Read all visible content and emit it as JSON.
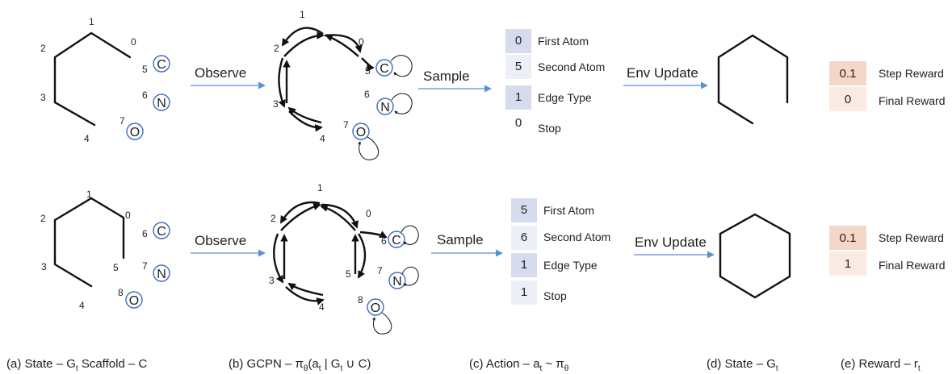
{
  "row1": {
    "state_atoms": [
      "1",
      "0",
      "2",
      "3",
      "4"
    ],
    "scaffold_atoms": [
      {
        "index": "5",
        "symbol": "C"
      },
      {
        "index": "6",
        "symbol": "N"
      },
      {
        "index": "7",
        "symbol": "O"
      }
    ],
    "observe_label": "Observe",
    "sample_label": "Sample",
    "env_update_label": "Env Update",
    "action": [
      {
        "value": "0",
        "label": "First Atom",
        "color": "#d6dced"
      },
      {
        "value": "5",
        "label": "Second Atom",
        "color": "#eceff6"
      },
      {
        "value": "1",
        "label": "Edge Type",
        "color": "#d6dced"
      },
      {
        "value": "0",
        "label": "Stop",
        "color": "#ffffff"
      }
    ],
    "reward": [
      {
        "value": "0.1",
        "label": "Step Reward",
        "color": "#f6d6c7"
      },
      {
        "value": "0",
        "label": "Final Reward",
        "color": "#fbeae3"
      }
    ]
  },
  "row2": {
    "state_atoms": [
      "1",
      "0",
      "2",
      "3",
      "5",
      "4"
    ],
    "scaffold_atoms": [
      {
        "index": "6",
        "symbol": "C"
      },
      {
        "index": "7",
        "symbol": "N"
      },
      {
        "index": "8",
        "symbol": "O"
      }
    ],
    "observe_label": "Observe",
    "sample_label": "Sample",
    "env_update_label": "Env Update",
    "action": [
      {
        "value": "5",
        "label": "First Atom",
        "color": "#d6dced"
      },
      {
        "value": "6",
        "label": "Second Atom",
        "color": "#eceff6"
      },
      {
        "value": "1",
        "label": "Edge Type",
        "color": "#d6dced"
      },
      {
        "value": "1",
        "label": "Stop",
        "color": "#eceff6"
      }
    ],
    "reward": [
      {
        "value": "0.1",
        "label": "Step Reward",
        "color": "#f6d6c7"
      },
      {
        "value": "1",
        "label": "Final Reward",
        "color": "#fbeae3"
      }
    ]
  },
  "captions": {
    "a": "(a)  State – G",
    "a_sub": "t",
    "a_rest": "  Scaffold – C",
    "b": "(b) GCPN – π",
    "b_sub": "θ",
    "b_rest": "(a",
    "b_sub2": "t",
    "b_rest2": " | G",
    "b_sub3": "t",
    "b_rest3": " ∪ C)",
    "c": "(c) Action – a",
    "c_sub": "t",
    "c_rest": " ~ π",
    "c_sub2": "θ",
    "d": "(d) State – G",
    "d_sub": "t",
    "e": "(e) Reward – r",
    "e_sub": "t"
  },
  "colors": {
    "atom_circle": "#3b6db8",
    "flow_arrow": "#5b8fd4",
    "action_dark": "#d6dced",
    "action_light": "#eceff6",
    "reward_dark": "#f6d6c7",
    "reward_light": "#fbeae3"
  }
}
